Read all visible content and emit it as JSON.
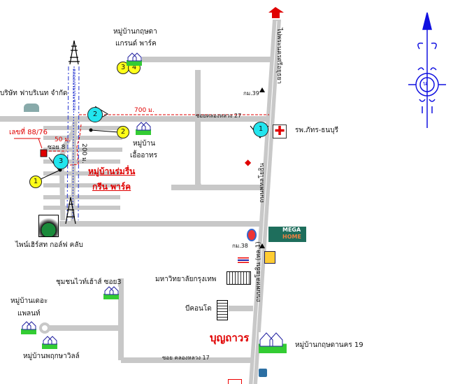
{
  "places": {
    "krisda_grand_park": "หมู่บ้านกฤษดา แกรนด์ พาร์ค",
    "krisda_l1": "หมู่บ้านกฤษดา",
    "krisda_l2": "แกรนด์ พาร์ค",
    "fabrinet": "บริษัท ฟาบริเนท จำกัด",
    "lot_number": "เลขที่ 88/76",
    "ua_l1": "หมู่บ้าน",
    "ua_l2": "เอื้ออาทร",
    "romrin_l1": "หมู่บ้านร่มรื่น",
    "romrin_l2": "กรีน พาร์ค",
    "golf": "ไพน์เฮิร์สท กอล์ฟ คลับ",
    "hospital": "รพ.ภัทร-ธนบุรี",
    "km39": "กม.39",
    "km38": "กม.38",
    "bangkok_univ": "มหาวิทยาลัยกรุงเทพ",
    "b_condo": "บีคอนโด",
    "boonthavorn": "บุญถาวร",
    "mega_home_1": "MEGA",
    "mega_home_2": "HOME",
    "krisda_nakorn": "หมู่บ้านกฤษดานคร 19",
    "white_house": "ชุมชนไวท์เฮ้าส์ ซอย3",
    "the_planet_l1": "หมู่บ้านเดอะ",
    "the_planet_l2": "แพลนท์",
    "pruksa_ville": "หมู่บ้านพฤกษาวิลล์"
  },
  "roads": {
    "to_ayutthaya": "ไปพระนครศรีอยุธยา",
    "phahonyothin": "ถนนพหลโยธิน",
    "phahonyothin_kt1": "ถนนพหลโยธิน (ทล.1)",
    "soi_27": "ซอยคลองหลวง 27",
    "soi_17": "ซอย คลองหลวง 17",
    "soi_8": "ซอย 8",
    "canal": "คลองเปรมประชากร"
  },
  "distances": {
    "d700": "700 ม.",
    "d50": "50 ม.",
    "d200": "200 ม."
  },
  "markers": {
    "y1": "1",
    "y2": "2",
    "y3": "3",
    "y4": "4",
    "c1": "1",
    "c2": "2",
    "c3": "3"
  },
  "compass": {
    "label": "น",
    "color": "#1010e0"
  },
  "colors": {
    "road": "#c8c8c8",
    "route": "#e00000",
    "canal": "#2030d0"
  }
}
